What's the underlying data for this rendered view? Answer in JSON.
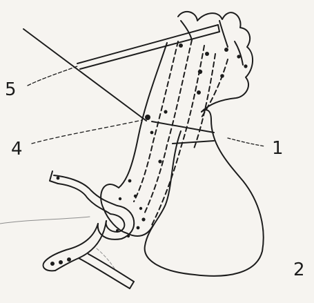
{
  "diagram": {
    "labels": {
      "l1": "1",
      "l2": "2",
      "l4": "4",
      "l5": "5"
    },
    "ink_color": "#1c1c1c",
    "paper_color": "#f6f4f0"
  }
}
